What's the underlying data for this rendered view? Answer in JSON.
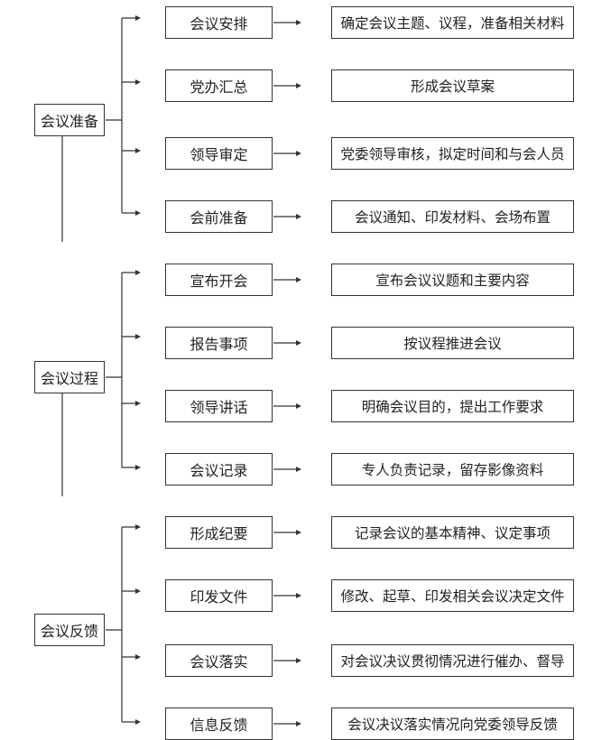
{
  "groups": [
    {
      "phase": "会议准备",
      "steps": [
        {
          "label": "会议安排",
          "detail": "确定会议主题、议程，准备相关材料"
        },
        {
          "label": "党办汇总",
          "detail": "形成会议草案"
        },
        {
          "label": "领导审定",
          "detail": "党委领导审核，拟定时间和与会人员"
        },
        {
          "label": "会前准备",
          "detail": "会议通知、印发材料、会场布置"
        }
      ]
    },
    {
      "phase": "会议过程",
      "steps": [
        {
          "label": "宣布开会",
          "detail": "宣布会议议题和主要内容"
        },
        {
          "label": "报告事项",
          "detail": "按议程推进会议"
        },
        {
          "label": "领导讲话",
          "detail": "明确会议目的，提出工作要求"
        },
        {
          "label": "会议记录",
          "detail": "专人负责记录，留存影像资料"
        }
      ]
    },
    {
      "phase": "会议反馈",
      "steps": [
        {
          "label": "形成纪要",
          "detail": "记录会议的基本精神、议定事项"
        },
        {
          "label": "印发文件",
          "detail": "修改、起草、印发相关会议决定文件"
        },
        {
          "label": "会议落实",
          "detail": "对会议决议贯彻情况进行催办、督导"
        },
        {
          "label": "信息反馈",
          "detail": "会议决议落实情况向党委领导反馈"
        }
      ]
    }
  ]
}
